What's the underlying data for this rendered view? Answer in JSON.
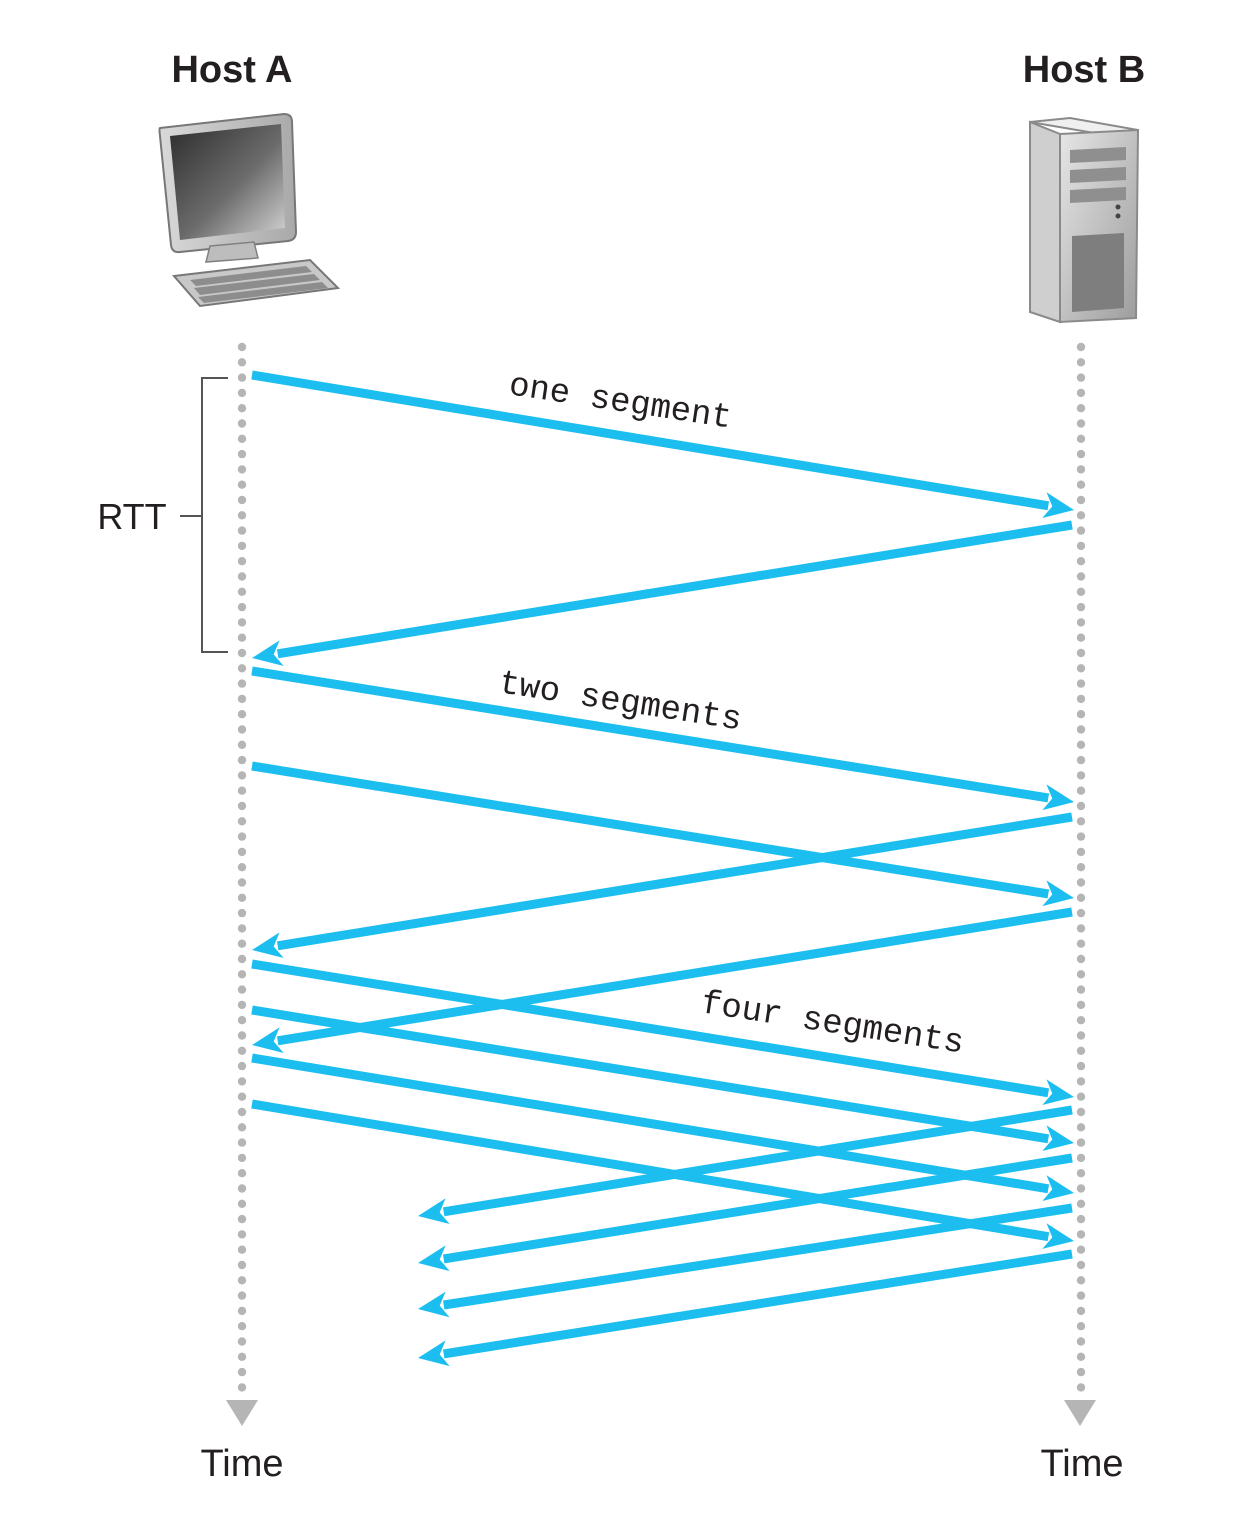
{
  "hosts": {
    "a": {
      "title": "Host A",
      "icon": "desktop-computer-icon",
      "time_label": "Time"
    },
    "b": {
      "title": "Host B",
      "icon": "server-tower-icon",
      "time_label": "Time"
    }
  },
  "rtt": {
    "label": "RTT"
  },
  "rounds": [
    {
      "label": "one segment",
      "segments": 1
    },
    {
      "label": "two segments",
      "segments": 2
    },
    {
      "label": "four segments",
      "segments": 4
    }
  ],
  "colors": {
    "arrow": "#1cbef0",
    "timeline_dots": "#b5b5b5",
    "text": "#231f20",
    "bracket": "#555555"
  }
}
